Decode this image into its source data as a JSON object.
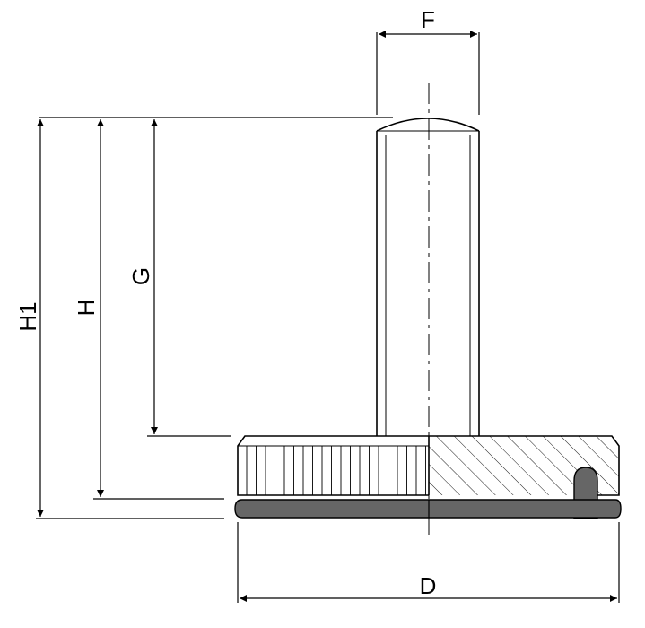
{
  "dimensions": {
    "F": "F",
    "G": "G",
    "H": "H",
    "H1": "H1",
    "D": "D"
  },
  "colors": {
    "line": "#000000",
    "pad": "#666666",
    "background": "#ffffff"
  }
}
